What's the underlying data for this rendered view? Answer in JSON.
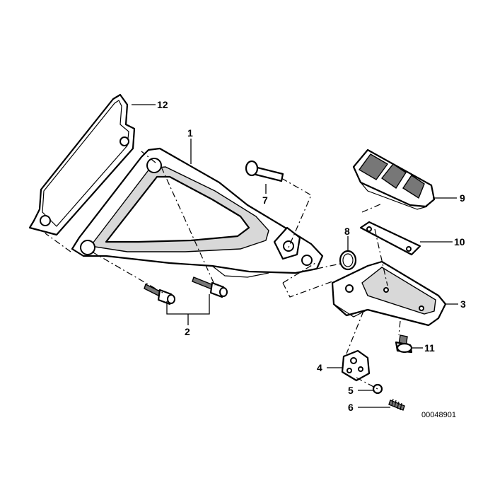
{
  "diagram": {
    "callouts": {
      "c1": "1",
      "c2": "2",
      "c3": "3",
      "c4": "4",
      "c5": "5",
      "c6": "6",
      "c7": "7",
      "c8": "8",
      "c9": "9",
      "c10": "10",
      "c11": "11",
      "c12": "12"
    },
    "document_number": "00048901"
  }
}
